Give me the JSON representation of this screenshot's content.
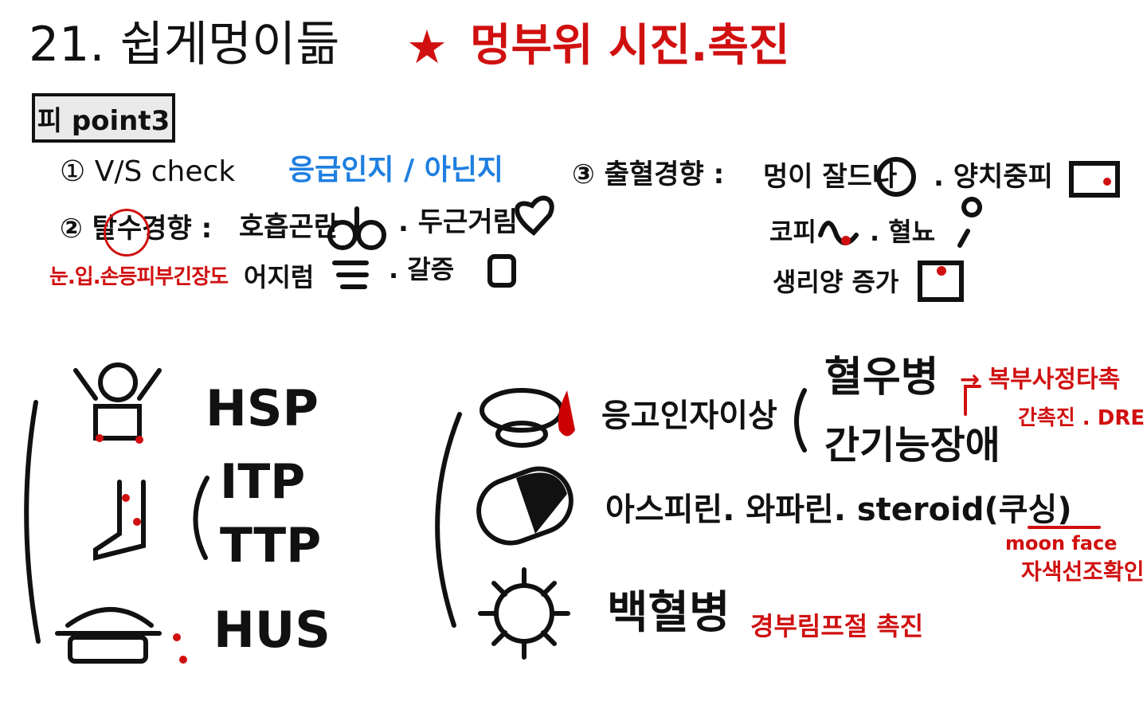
{
  "title": {
    "number": "21. 쉽게멍이듦",
    "star": "★",
    "subtitle": "멍부위 시진.촉진"
  },
  "badge": "피 point3",
  "points": {
    "p1": {
      "label": "① V/S check",
      "note": "응급인지 / 아닌지"
    },
    "p2": {
      "label": "② 탈수경향 :",
      "item1": "호흡곤란",
      "item2": ". 두근거림",
      "item3": "어지럼",
      "item4": ". 갈증",
      "note": "눈.입.손등피부긴장도"
    },
    "p3": {
      "label": "③ 출혈경향 :",
      "item1": "멍이 잘드나",
      "item2": ". 양치중피",
      "item3": "코피",
      "item4": ". 혈뇨",
      "item5": "생리양 증가"
    }
  },
  "left_group": {
    "items": [
      "HSP",
      "ITP",
      "TTP",
      "HUS"
    ]
  },
  "right_group": {
    "coag": {
      "label": "응고인자이상",
      "sub1": "혈우병",
      "sub2": "간기능장애",
      "note1": "→ 복부사정타촉",
      "note2": "간촉진 . DRE"
    },
    "drugs": {
      "label": "아스피린. 와파린. steroid(쿠싱)",
      "note1": "moon face",
      "note2": "자색선조확인"
    },
    "leuk": {
      "label": "백혈병",
      "note": "경부림프절 촉진"
    }
  },
  "colors": {
    "accent": "#d01010",
    "blue": "#1e7fe0",
    "ink": "#111111"
  }
}
